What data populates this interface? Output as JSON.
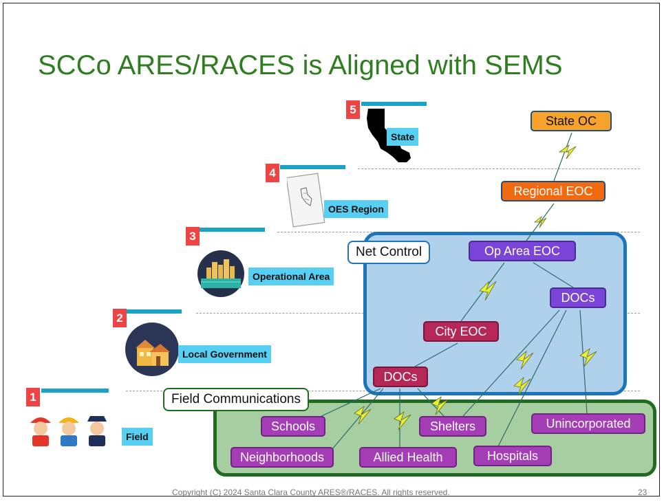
{
  "title": "SCCo ARES/RACES is Aligned with SEMS",
  "levels": [
    {
      "number": "1",
      "label": "Field"
    },
    {
      "number": "2",
      "label": "Local Government"
    },
    {
      "number": "3",
      "label": "Operational Area"
    },
    {
      "number": "4",
      "label": "OES Region"
    },
    {
      "number": "5",
      "label": "State"
    }
  ],
  "callouts": {
    "net_control": "Net Control",
    "field_communications": "Field Communications"
  },
  "nodes": {
    "state_oc": "State OC",
    "regional_eoc": "Regional EOC",
    "op_area_eoc": "Op Area EOC",
    "docs_op_area": "DOCs",
    "city_eoc": "City EOC",
    "docs_city": "DOCs",
    "schools": "Schools",
    "shelters": "Shelters",
    "unincorporated": "Unincorporated",
    "neighborhoods": "Neighborhoods",
    "allied_health": "Allied Health",
    "hospitals": "Hospitals"
  },
  "colors": {
    "title": "#2e7d1f",
    "level_number": "#ef4444",
    "level_label": "#56cff2",
    "level_bar": "#1aa3c6",
    "net_control_box": "#b0d1ec",
    "field_box": "#a7cea0",
    "lightning": "#e6f23a"
  },
  "footer": {
    "copyright": "Copyright (C) 2024 Santa Clara County ARES®/RACES. All rights reserved.",
    "page_number": "23"
  }
}
